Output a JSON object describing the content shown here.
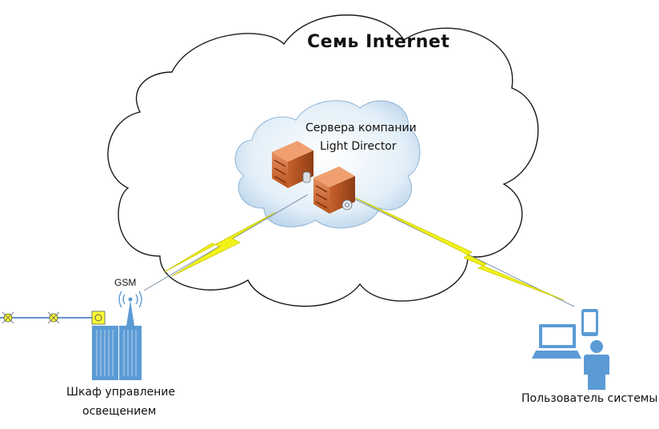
{
  "internet": {
    "title": "Семь Internet"
  },
  "servers": {
    "title_line1": "Сервера компании",
    "title_line2": "Light Director"
  },
  "cabinet": {
    "gsm_label": "GSM",
    "label_line1": "Шкаф управление",
    "label_line2": "освещением"
  },
  "user": {
    "label": "Пользователь системы"
  },
  "colors": {
    "cloud_fill": "#ffffff",
    "cloud_stroke": "#1a1a1a",
    "inner_cloud_fill": "#d6e8f5",
    "server_fill": "#d9743a",
    "device_blue": "#5b9bd5",
    "lightning": "#f2f21a",
    "lamp_yellow": "#ffff33",
    "line_blue": "#2f6fb8"
  }
}
